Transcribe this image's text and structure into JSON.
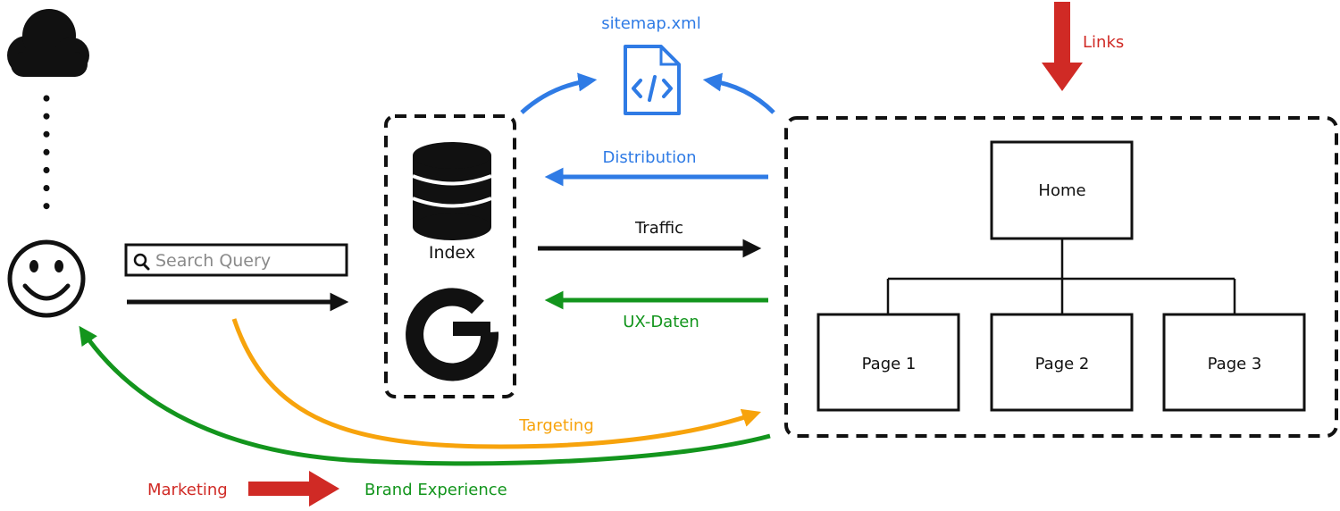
{
  "colors": {
    "blue": "#2f7be5",
    "green": "#13951d",
    "orange": "#f7a30c",
    "red": "#d02a25",
    "black": "#111111",
    "gray": "#8a8a8a"
  },
  "icons": {
    "user": "cloud-icon",
    "smiley": "smiley-icon",
    "database": "database-icon",
    "google": "google-g-icon",
    "sitemap": "code-file-icon",
    "search": "search-icon"
  },
  "search": {
    "placeholder": "Search Query"
  },
  "index": {
    "label": "Index"
  },
  "sitemap": {
    "label": "sitemap.xml"
  },
  "arrows": {
    "distribution": "Distribution",
    "traffic": "Traffic",
    "ux": "UX-Daten",
    "targeting": "Targeting",
    "links": "Links",
    "marketing": "Marketing",
    "brand": "Brand Experience"
  },
  "site": {
    "home": "Home",
    "pages": [
      "Page 1",
      "Page 2",
      "Page 3"
    ]
  }
}
